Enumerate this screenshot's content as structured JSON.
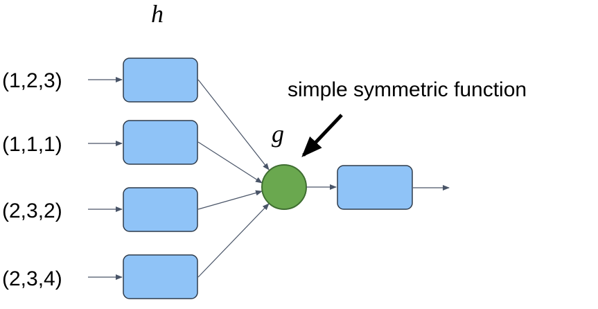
{
  "labels": {
    "h": "h",
    "g": "g",
    "annotation": "simple symmetric function"
  },
  "inputs": [
    {
      "text": "(1,2,3)"
    },
    {
      "text": "(1,1,1)"
    },
    {
      "text": "(2,3,2)"
    },
    {
      "text": "(2,3,4)"
    }
  ],
  "colors": {
    "box_fill": "#8fc3f7",
    "node_fill": "#6aa84f",
    "node_stroke": "#3f6e31",
    "edge": "#4a5568",
    "annotation_arrow": "#000000"
  }
}
